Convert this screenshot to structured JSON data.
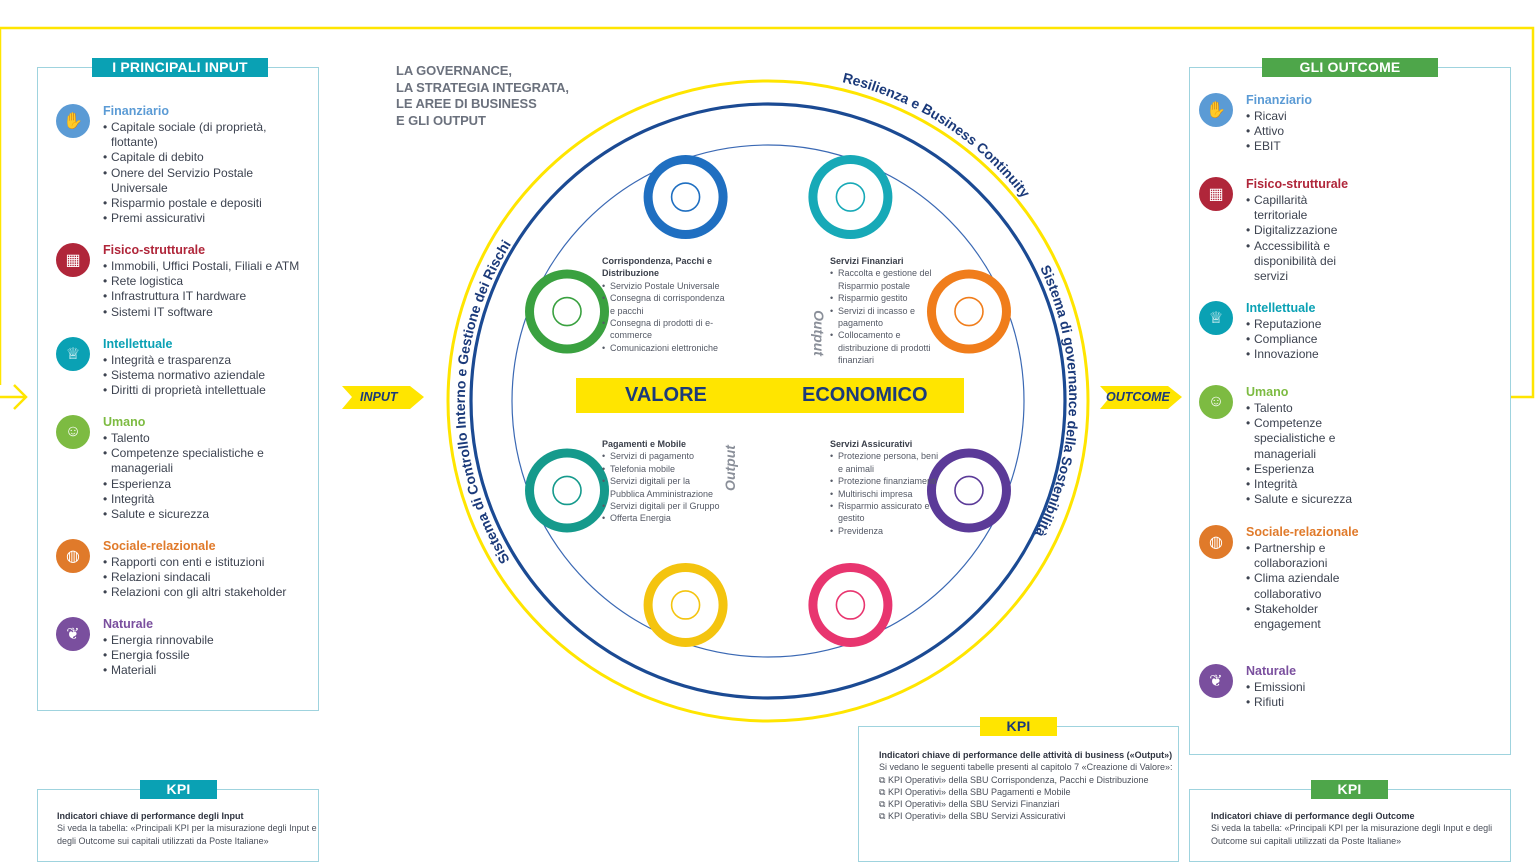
{
  "governance_title": [
    "LA GOVERNANCE,",
    "LA STRATEGIA INTEGRATA,",
    "LE AREE DI BUSINESS",
    "E GLI OUTPUT"
  ],
  "arcs": {
    "top": "Resilienza e Business Continuity",
    "right": "Sistema di governance della Sostenibilità",
    "left": "Sistema di Controllo Interno e Gestione dei Rischi"
  },
  "input_panel": {
    "header": "I PRINCIPALI INPUT",
    "categories": [
      {
        "title": "Finanziario",
        "color": "#5b9bd5",
        "icon": "money-hand-icon",
        "items": [
          "Capitale sociale (di proprietà, flottante)",
          "Capitale di debito",
          "Onere del Servizio Postale Universale",
          "Risparmio postale e depositi",
          "Premi assicurativi"
        ]
      },
      {
        "title": "Fisico-strutturale",
        "color": "#b0263a",
        "icon": "building-icon",
        "items": [
          "Immobili, Uffici Postali, Filiali e ATM",
          "Rete logistica",
          "Infrastruttura IT hardware",
          "Sistemi IT software"
        ]
      },
      {
        "title": "Intellettuale",
        "color": "#0aa1b4",
        "icon": "trophy-icon",
        "items": [
          "Integrità e trasparenza",
          "Sistema normativo aziendale",
          "Diritti di proprietà intellettuale"
        ]
      },
      {
        "title": "Umano",
        "color": "#7dbb42",
        "icon": "people-icon",
        "items": [
          "Talento",
          "Competenze specialistiche e manageriali",
          "Esperienza",
          "Integrità",
          "Salute e sicurezza"
        ]
      },
      {
        "title": "Sociale-relazionale",
        "color": "#e07a2a",
        "icon": "globe-icon",
        "items": [
          "Rapporti con enti e istituzioni",
          "Relazioni sindacali",
          "Relazioni con gli altri stakeholder"
        ]
      },
      {
        "title": "Naturale",
        "color": "#7a4f9e",
        "icon": "leaf-hand-icon",
        "items": [
          "Energia rinnovabile",
          "Energia fossile",
          "Materiali"
        ]
      }
    ]
  },
  "outcome_panel": {
    "header": "GLI OUTCOME",
    "categories": [
      {
        "title": "Finanziario",
        "color": "#5b9bd5",
        "icon": "money-hand-icon",
        "items": [
          "Ricavi",
          "Attivo",
          "EBIT"
        ]
      },
      {
        "title": "Fisico-strutturale",
        "color": "#b0263a",
        "icon": "building-icon",
        "items": [
          "Capillarità territoriale",
          "Digitalizzazione",
          "Accessibilità e disponibilità dei servizi"
        ]
      },
      {
        "title": "Intellettuale",
        "color": "#0aa1b4",
        "icon": "trophy-icon",
        "items": [
          "Reputazione",
          "Compliance",
          "Innovazione"
        ]
      },
      {
        "title": "Umano",
        "color": "#7dbb42",
        "icon": "people-icon",
        "items": [
          "Talento",
          "Competenze specialistiche e manageriali",
          "Esperienza",
          "Integrità",
          "Salute e sicurezza"
        ]
      },
      {
        "title": "Sociale-relazionale",
        "color": "#e07a2a",
        "icon": "globe-icon",
        "items": [
          "Partnership e collaborazioni",
          "Clima aziendale collaborativo",
          "Stakeholder engagement"
        ]
      },
      {
        "title": "Naturale",
        "color": "#7a4f9e",
        "icon": "leaf-hand-icon",
        "items": [
          "Emissioni",
          "Rifiuti"
        ]
      }
    ]
  },
  "flow_labels": {
    "input": "INPUT",
    "outcome": "OUTCOME"
  },
  "valore": {
    "left": "VALORE",
    "right": "ECONOMICO"
  },
  "output_label": "Output",
  "sectors": [
    {
      "title": "Corrispondenza, Pacchi e Distribuzione",
      "items": [
        "Servizio Postale Universale",
        "Consegna di corrispondenza e pacchi",
        "Consegna di prodotti di e-commerce",
        "Comunicazioni elettroniche"
      ]
    },
    {
      "title": "Servizi Finanziari",
      "items": [
        "Raccolta e gestione del Risparmio postale",
        "Risparmio gestito",
        "Servizi di incasso e pagamento",
        "Collocamento e distribuzione di prodotti finanziari"
      ]
    },
    {
      "title": "Pagamenti e Mobile",
      "items": [
        "Servizi di pagamento",
        "Telefonia mobile",
        "Servizi digitali per la Pubblica Amministrazione",
        "Servizi digitali per il Gruppo",
        "Offerta Energia"
      ]
    },
    {
      "title": "Servizi Assicurativi",
      "items": [
        "Protezione persona, beni e animali",
        "Protezione finanziamenti",
        "Multirischi impresa",
        "Risparmio assicurato e gestito",
        "Previdenza"
      ]
    }
  ],
  "wheel_icons": [
    {
      "color": "#1f6fc1",
      "icon": "bar-chart-icon"
    },
    {
      "color": "#17a9b7",
      "icon": "magnifier-icon"
    },
    {
      "color": "#f07d1b",
      "icon": "people-hand-icon"
    },
    {
      "color": "#5b3a98",
      "icon": "handshake-icon"
    },
    {
      "color": "#e8356f",
      "icon": "italy-hand-icon"
    },
    {
      "color": "#f4c40f",
      "icon": "smile-icon"
    },
    {
      "color": "#159a8c",
      "icon": "lightbulb-icon"
    },
    {
      "color": "#3aa140",
      "icon": "globe-leaf-icon"
    }
  ],
  "kpi": {
    "label": "KPI",
    "input": {
      "title": "Indicatori chiave di performance degli Input",
      "text": "Si veda la tabella: «Principali KPI per la misurazione degli Input e degli Outcome sui capitali utilizzati da Poste Italiane»"
    },
    "center": {
      "title": "Indicatori chiave di performance delle attività di business («Output»)",
      "text": "Si vedano le seguenti tabelle presenti al capitolo 7 «Creazione di Valore»:",
      "links": [
        "KPI Operativi» della SBU Corrispondenza, Pacchi e Distribuzione",
        "KPI Operativi» della SBU Pagamenti e Mobile",
        "KPI Operativi» della SBU Servizi Finanziari",
        "KPI Operativi» della SBU Servizi Assicurativi"
      ]
    },
    "outcome": {
      "title": "Indicatori chiave di performance degli Outcome",
      "text": "Si veda la tabella: «Principali KPI per la misurazione degli Input e degli Outcome sui capitali utilizzati da Poste Italiane»"
    }
  },
  "colors": {
    "frame_yellow": "#ffe500",
    "navy": "#1b3a7a",
    "input_header": "#0aa1b4",
    "outcome_header": "#4ea64a",
    "kpi_center_header": "#ffe500"
  }
}
